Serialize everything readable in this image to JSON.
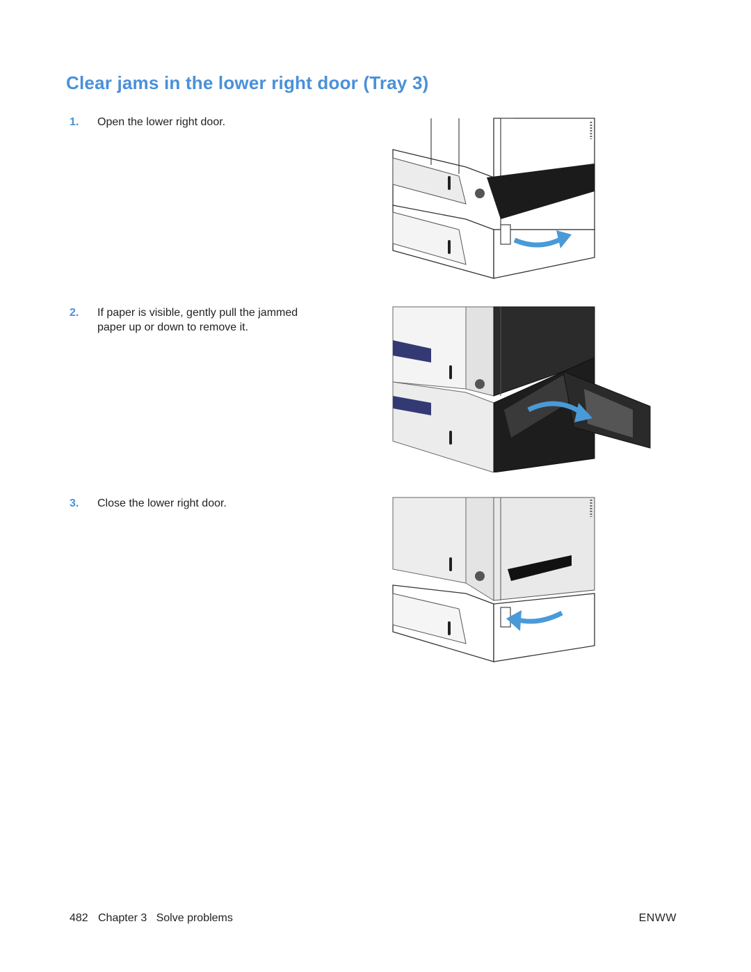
{
  "title": "Clear jams in the lower right door (Tray 3)",
  "steps": [
    {
      "number": "1.",
      "text": "Open the lower right door."
    },
    {
      "number": "2.",
      "text": "If paper is visible, gently pull the jammed paper up or down to remove it."
    },
    {
      "number": "3.",
      "text": "Close the lower right door."
    }
  ],
  "footer": {
    "page": "482",
    "chapter": "Chapter 3   Solve problems",
    "code": "ENWW"
  },
  "colors": {
    "accent": "#4a90d9",
    "arrow": "#4a9ad8"
  }
}
